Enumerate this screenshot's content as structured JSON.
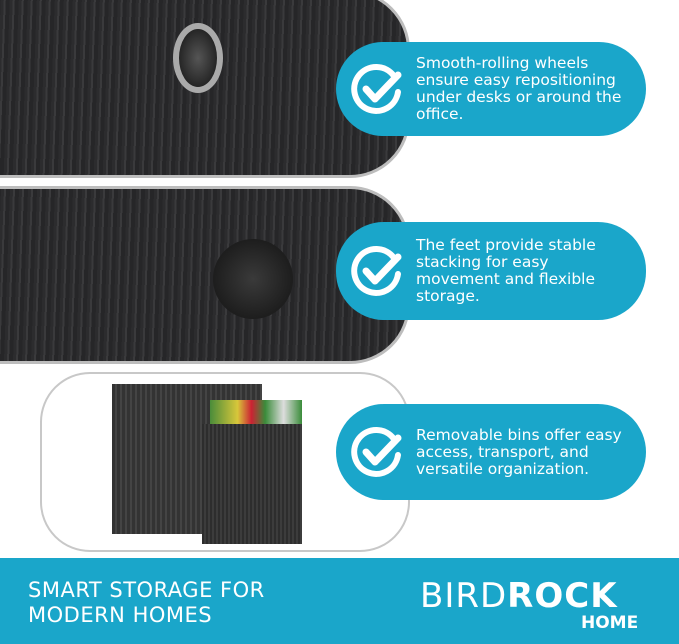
{
  "features": [
    {
      "text": "Smooth-rolling wheels ensure easy repositioning under desks or around the office.",
      "icon": "check-circle-icon"
    },
    {
      "text": "The feet provide stable stacking for easy movement and flexible storage.",
      "icon": "check-circle-icon"
    },
    {
      "text": "Removable bins offer easy access, transport, and versatile organization.",
      "icon": "check-circle-icon"
    }
  ],
  "banner": {
    "tagline_1": "SMART STORAGE FOR",
    "tagline_2": "MODERN HOMES",
    "brand_light": "BIRD",
    "brand_bold": "ROCK",
    "brand_sub": "HOME"
  },
  "colors": {
    "accent": "#1aa6ca",
    "wood": "#2f2f31"
  }
}
